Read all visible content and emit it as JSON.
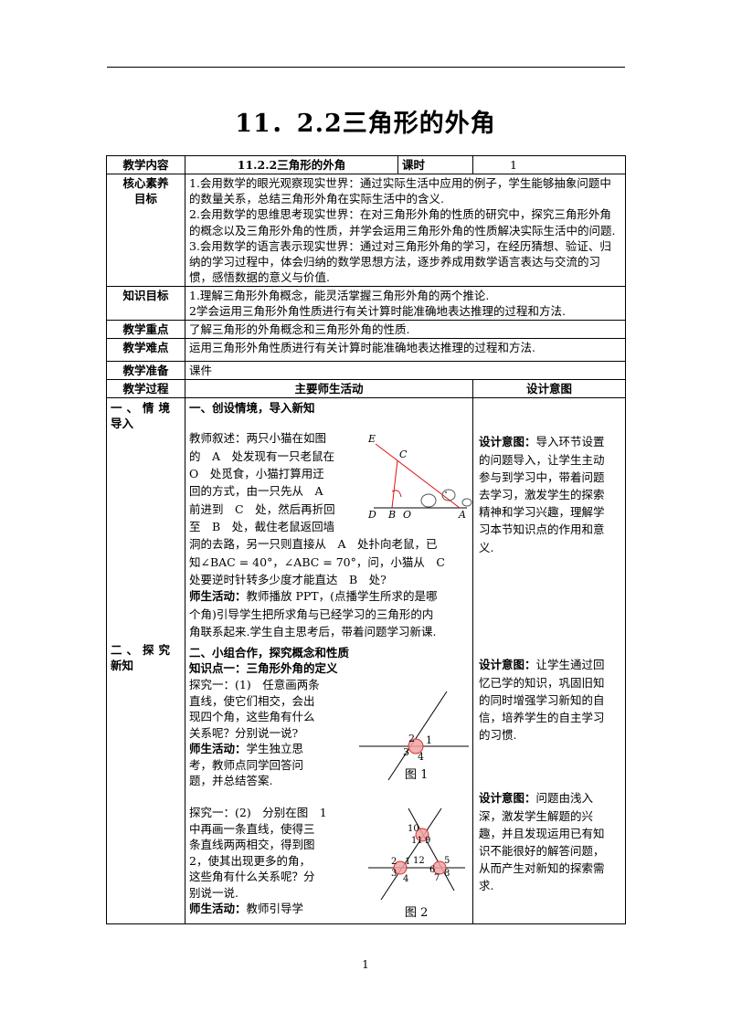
{
  "doc": {
    "title": "11．2.2三角形的外角",
    "page_number": "1"
  },
  "table": {
    "row_content": {
      "label": "教学内容",
      "value": "11.2.2三角形的外角",
      "hours_label": "课时",
      "hours_value": "1"
    },
    "row_core": {
      "label_line1": "核心素养",
      "label_line2": "目标",
      "items": [
        "1.会用数学的眼光观察现实世界：通过实际生活中应用的例子，学生能够抽象问题中的数量关系，总结三角形外角在实际生活中的含义.",
        "2.会用数学的思维思考现实世界：在对三角形外角的性质的研究中，探究三角形外角的概念以及三角形外角的性质，并学会运用三角形外角的性质解决实际生活中的问题.",
        "3.会用数学的语言表示现实世界：通过对三角形外角的学习，在经历猜想、验证、归纳的学习过程中，体会归纳的数学思想方法，逐步养成用数学语言表达与交流的习惯，感悟数据的意义与价值."
      ]
    },
    "row_knowledge": {
      "label": "知识目标",
      "items": [
        "1.理解三角形外角概念，能灵活掌握三角形外角的两个推论.",
        "2学会运用三角形外角性质进行有关计算时能准确地表达推理的过程和方法."
      ]
    },
    "row_key": {
      "label": "教学重点",
      "value": "了解三角形的外角概念和三角形外角的性质."
    },
    "row_difficult": {
      "label": "教学难点",
      "value": "运用三角形外角性质进行有关计算时能准确地表达推理的过程和方法."
    },
    "row_prep": {
      "label": "教学准备",
      "value": "课件"
    },
    "row_header": {
      "c1": "教学过程",
      "c2": "主要师生活动",
      "c3": "设计意图"
    }
  },
  "process": {
    "stage1_label_a": "一、情境",
    "stage1_label_b": "导入",
    "stage2_label_a": "二、探究",
    "stage2_label_b": "新知",
    "s1_heading": "一、创设情境，导入新知",
    "s1_narr": [
      "教师叙述：两只小猫在如图",
      "的　A　处发现有一只老鼠在",
      "O　处觅食，小猫打算用迂",
      "回的方式，由一只先从　A",
      "前进到　C　处，然后再折回",
      "至　B　处，截住老鼠返回墙",
      "洞的去路，另一只则直接从　A　处扑向老鼠，已",
      "知∠BAC = 40°，∠ABC = 70°，问，小猫从　C",
      "处要逆时针转多少度才能直达　B　处?"
    ],
    "s1_activity_label": "师生活动：",
    "s1_activity_lines": [
      "教师播放 PPT，(点播学生所求的是哪",
      "个角)引导学生把所求角与已经学习的三角形的内",
      "角联系起来.学生自主思考后，带着问题学习新课."
    ],
    "s2_heading": "二、小组合作，探究概念和性质",
    "s2_point": "知识点一：三角形外角的定义",
    "s2_explore1": [
      "探究一：(1)　任意画两条",
      "直线，使它们相交，会出",
      "现四个角，这些角有什么",
      "关系呢？分别说一说?"
    ],
    "s2_act1_label": "师生活动：",
    "s2_act1_lines": [
      "学生独立思",
      "考，教师点同学回答问",
      "题，并总结答案."
    ],
    "s2_explore2": [
      "探究一：(2)　分别在图　1",
      "中再画一条直线，使得三",
      "条直线两两相交，得到图",
      "2，使其出现更多的角，",
      "这些角有什么关系呢？分",
      "别说一说."
    ],
    "s2_act2_label": "师生活动：",
    "s2_act2_text": "教师引导学",
    "fig1_caption": "图 1",
    "fig2_caption": "图 2",
    "fig0_labels": {
      "E": "E",
      "C": "C",
      "D": "D",
      "B": "B",
      "O": "O",
      "A": "A"
    },
    "fig1_labels": [
      "2",
      "1",
      "3",
      "4"
    ],
    "fig2_labels": [
      "10",
      "11",
      "9",
      "2",
      "1",
      "12",
      "5",
      "6",
      "3",
      "4",
      "7",
      "8"
    ]
  },
  "design": {
    "d1_label": "设计意图：",
    "d1_lines": [
      "导入环节设置",
      "的问题导入，让学生主动",
      "参与到学习中，带着问题",
      "去学习，激发学生的探索",
      "精神和学习兴趣，理解学",
      "习本节知识点的作用和意",
      "义."
    ],
    "d2_label": "设计意图：",
    "d2_lines": [
      "让学生通过回",
      "忆已学的知识，巩固旧知",
      "的同时增强学习新知的自",
      "信，培养学生的自主学习",
      "的习惯."
    ],
    "d3_label": "设计意图：",
    "d3_lines": [
      "问题由浅入",
      "深，激发学生解题的兴",
      "趣，并且发现运用已有知",
      "识不能很好的解答问题，",
      "从而产生对新知的探索需",
      "求."
    ]
  },
  "colors": {
    "highlight": "#f2a3a3",
    "highlight_stroke": "#d33333",
    "red_line": "#d11"
  }
}
